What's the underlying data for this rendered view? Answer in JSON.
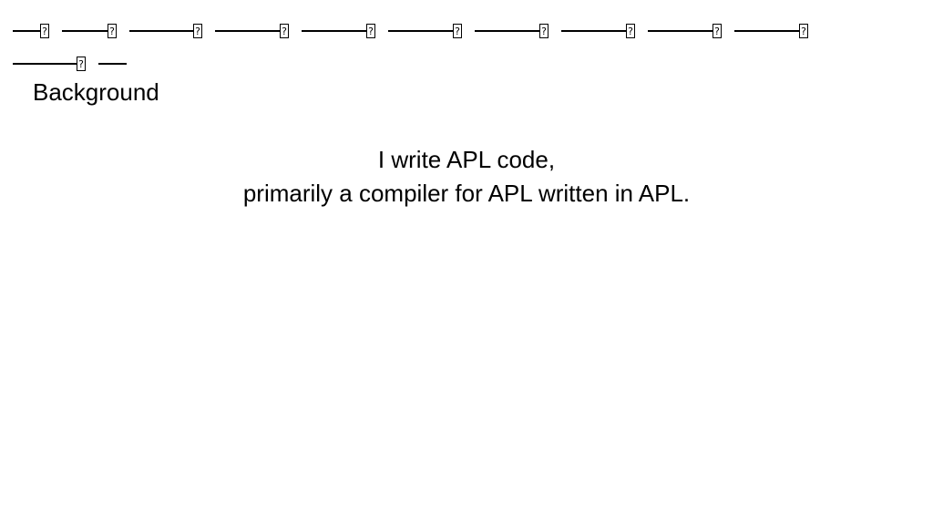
{
  "nav": {
    "glyph": "?",
    "row1": [
      {
        "name": "nav-link-1"
      },
      {
        "name": "nav-link-2"
      },
      {
        "name": "nav-link-3"
      },
      {
        "name": "nav-link-4"
      },
      {
        "name": "nav-link-5"
      },
      {
        "name": "nav-link-6"
      },
      {
        "name": "nav-link-7"
      },
      {
        "name": "nav-link-8"
      },
      {
        "name": "nav-link-9"
      },
      {
        "name": "nav-link-10"
      }
    ],
    "row2": [
      {
        "name": "nav-link-11"
      },
      {
        "name": "nav-link-12"
      }
    ]
  },
  "slide": {
    "title": "Background",
    "lines": [
      "I write APL code,",
      "primarily a compiler for APL written in APL."
    ]
  }
}
